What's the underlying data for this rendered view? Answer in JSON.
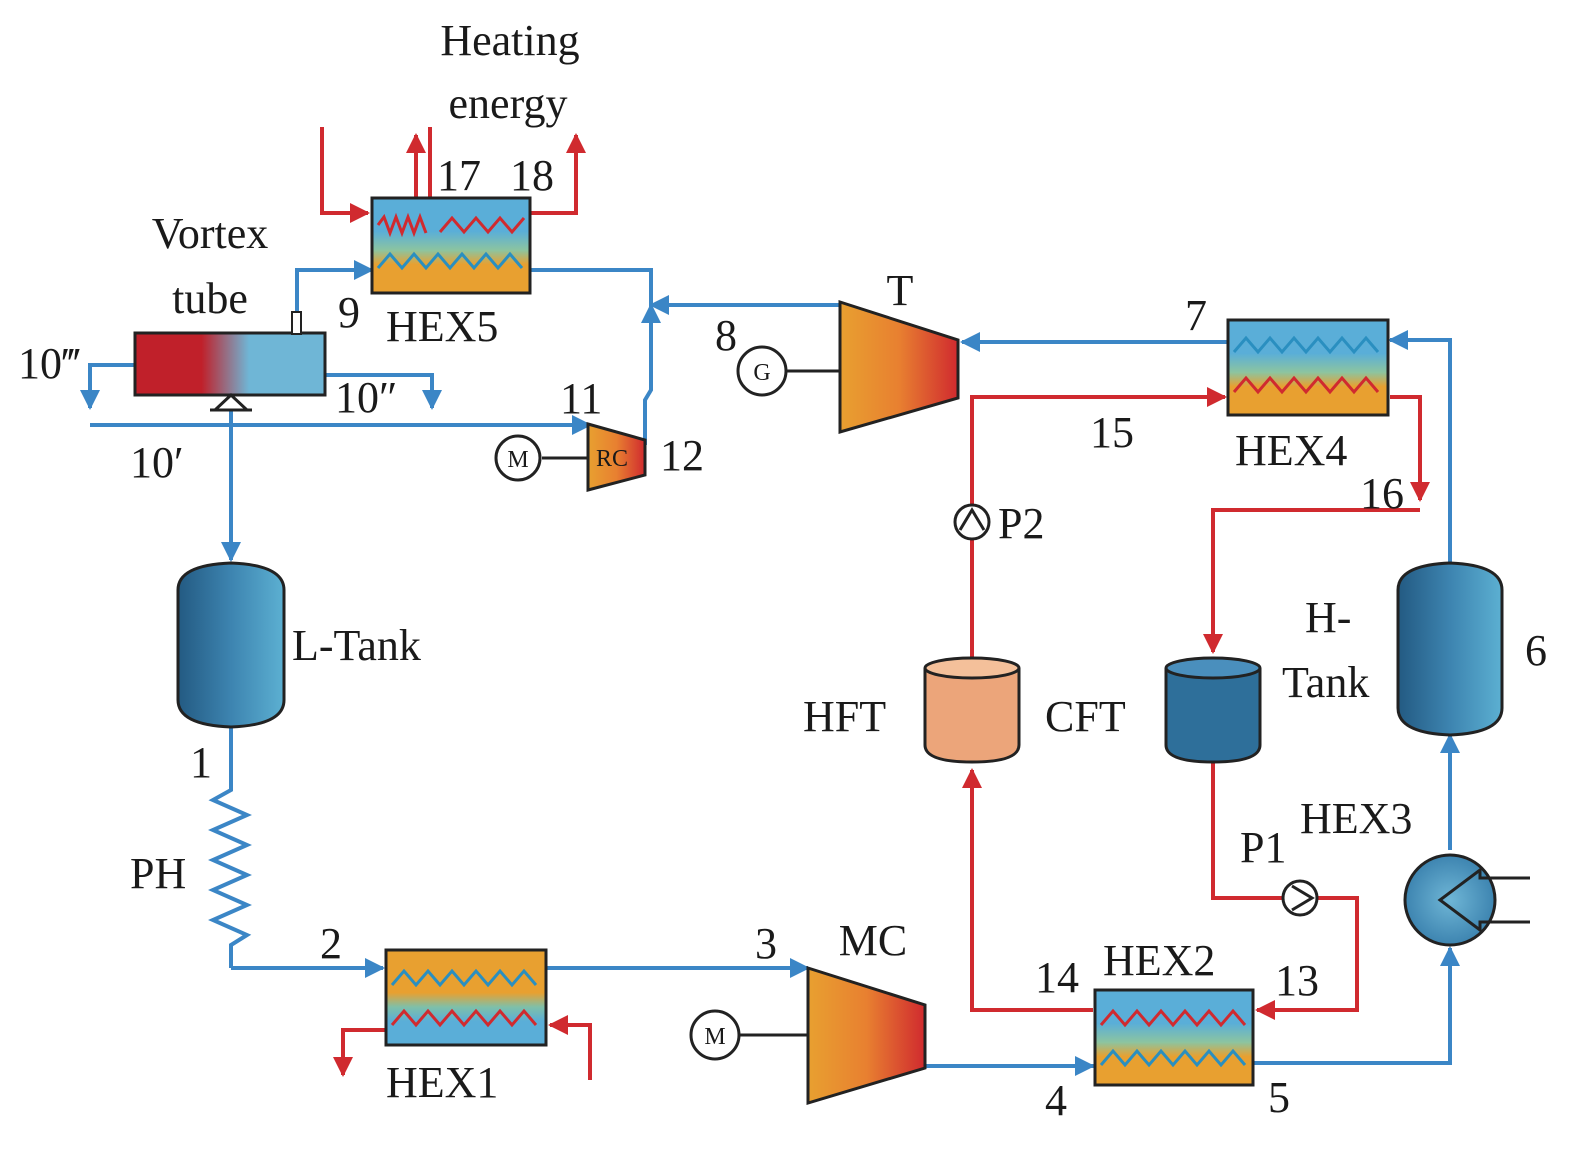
{
  "colors": {
    "hot_line": "#d02a2f",
    "cold_line": "#3b86c6",
    "component_orange": "#e8a030",
    "tank_blue": "#2e6f9a",
    "hft_fill": "#eca57a"
  },
  "labels": {
    "heating_energy_1": "Heating",
    "heating_energy_2": "energy",
    "vortex_1": "Vortex",
    "vortex_2": "tube",
    "hex5": "HEX5",
    "hex4": "HEX4",
    "hex3": "HEX3",
    "hex2": "HEX2",
    "hex1": "HEX1",
    "turbine": "T",
    "main_compressor": "MC",
    "recompressor": "RC",
    "generator": "G",
    "motor": "M",
    "pump1": "P1",
    "pump2": "P2",
    "l_tank": "L-Tank",
    "h_tank_1": "H-",
    "h_tank_2": "Tank",
    "hft": "HFT",
    "cft": "CFT",
    "preheater": "PH"
  },
  "states": {
    "s1": "1",
    "s2": "2",
    "s3": "3",
    "s4": "4",
    "s5": "5",
    "s6": "6",
    "s7": "7",
    "s8": "8",
    "s9": "9",
    "s10p": "10′",
    "s10pp": "10″",
    "s10ppp": "10‴",
    "s11": "11",
    "s12": "12",
    "s13": "13",
    "s14": "14",
    "s15": "15",
    "s16": "16",
    "s17": "17",
    "s18": "18"
  }
}
